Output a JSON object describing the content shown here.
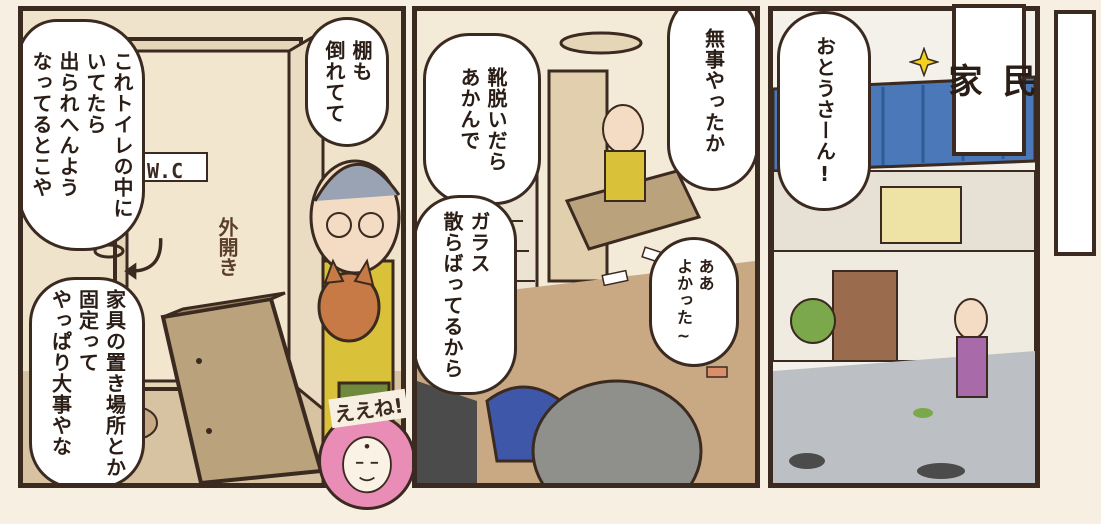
{
  "colors": {
    "ink": "#3b2a20",
    "paper": "#f7efe1",
    "wall": "#efe3cc",
    "floor": "#c9a984",
    "shirt": "#d9c13a",
    "roof": "#4a78b8",
    "badge": "#e98cb6"
  },
  "panel1": {
    "bubble_toilet": "これトイレの中に\nいてたら\n出られへんよう\nなってるとこや",
    "bubble_shelf": "棚も\n倒れてて",
    "bubble_furniture": "家具の置き場所とか\n固定って\nやっぱり大事やな",
    "door_sign": "W.C",
    "door_note": "外開き",
    "badge_text": "ええね!"
  },
  "panel2": {
    "bubble_safe": "無事やったか",
    "bubble_shoes": "靴脱いだら\nあかんで",
    "bubble_glass": "ガラス\n散らばってるから",
    "bubble_relief": "ああ\nよかった~"
  },
  "panel3": {
    "bubble_call": "おとうさーん!",
    "sign_text": "民\n家"
  },
  "icons": {
    "arrow": "curved-arrow-icon",
    "spark": "spark-icon",
    "badge": "buddha-badge-icon"
  }
}
